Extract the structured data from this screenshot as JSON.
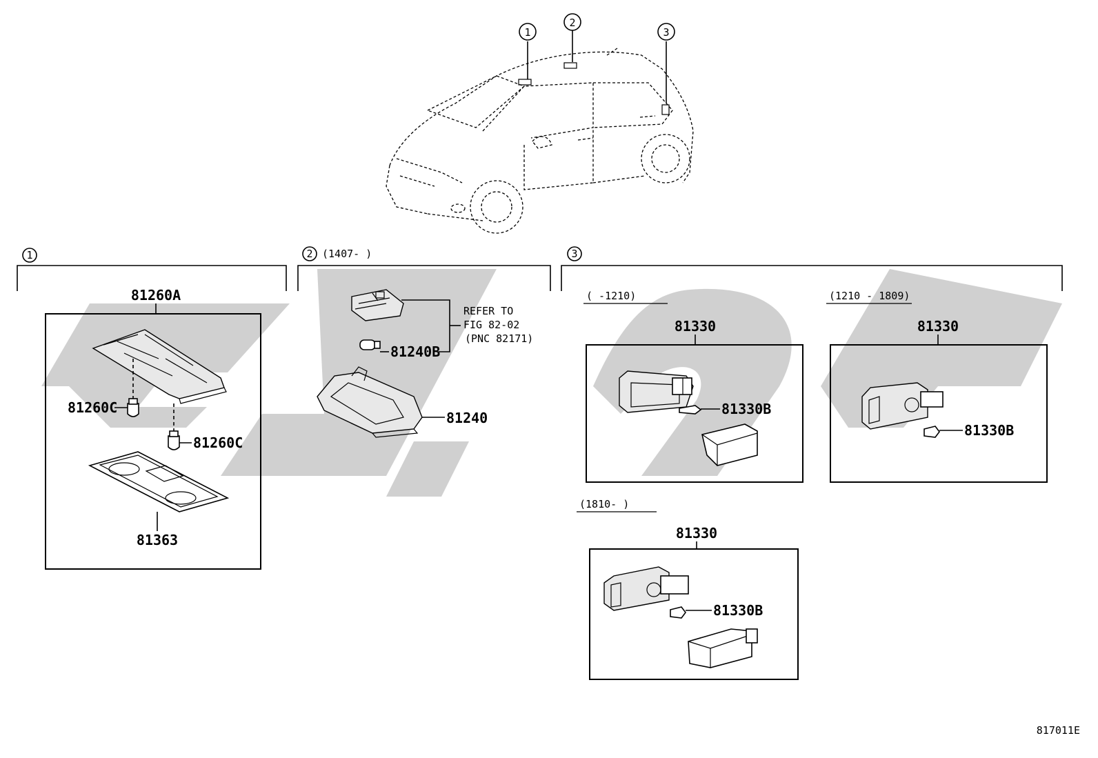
{
  "diagram": {
    "figure_code": "817011E",
    "callouts": [
      "1",
      "2",
      "3"
    ],
    "section1": {
      "index": "1",
      "parts": {
        "assembly": "81260A",
        "bulb_left": "81260C",
        "bulb_right": "81260C",
        "lens": "81363"
      }
    },
    "section2": {
      "index": "2",
      "range": "(1407-    )",
      "refer_line1": "REFER TO",
      "refer_line2": "FIG 82-02",
      "refer_line3": "(PNC 82171)",
      "parts": {
        "bulb": "81240B",
        "lamp": "81240"
      }
    },
    "section3": {
      "index": "3",
      "variant_a": {
        "range": "(    -1210)",
        "assembly": "81330",
        "bulb": "81330B"
      },
      "variant_b": {
        "range": "(1210 - 1809)",
        "assembly": "81330",
        "bulb": "81330B"
      },
      "variant_c": {
        "range": "(1810-     )",
        "assembly": "81330",
        "bulb": "81330B"
      }
    }
  }
}
